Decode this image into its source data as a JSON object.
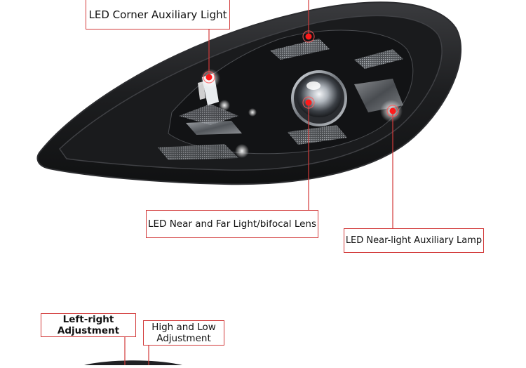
{
  "labels": {
    "corner_aux": "LED Corner Auxiliary Light",
    "near_far": "LED Near and Far Light/bifocal Lens",
    "near_aux": "LED Near-light Auxiliary Lamp",
    "left_right": "Left-right Adjustment",
    "high_low": "High and Low Adjustment"
  },
  "colors": {
    "callout_line": "#d23a3a",
    "marker": "#ff1a1a",
    "housing": "#1b1b1d"
  }
}
